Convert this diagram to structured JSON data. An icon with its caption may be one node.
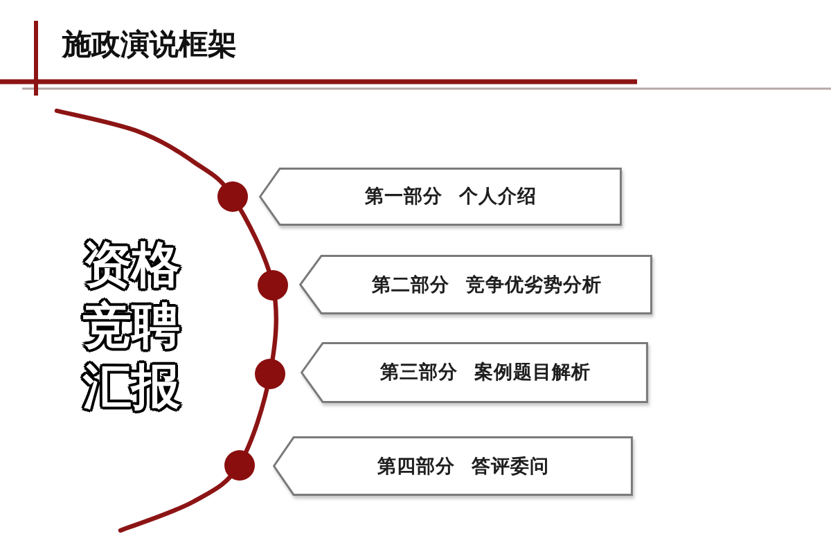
{
  "diagram": {
    "title": "施政演说框架",
    "nodes": [
      {
        "text": [
          "第一部分 个人介绍"
        ]
      },
      {
        "text": [
          "第二部分 竞争优劣势分析"
        ]
      },
      {
        "text": [
          "第三部分 案例题目解析"
        ]
      },
      {
        "text": [
          "第四部分 答评委问"
        ]
      }
    ],
    "labels": [
      "资格竞聘汇报"
    ]
  }
}
